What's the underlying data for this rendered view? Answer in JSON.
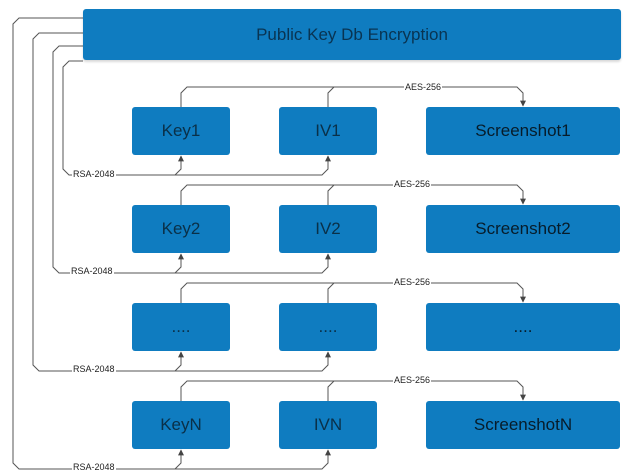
{
  "title": "Public Key Db Encryption",
  "rows": [
    {
      "key": "Key1",
      "iv": "IV1",
      "screenshot": "Screenshot1",
      "aes_label": "AES-256",
      "rsa_label": "RSA-2048"
    },
    {
      "key": "Key2",
      "iv": "IV2",
      "screenshot": "Screenshot2",
      "aes_label": "AES-256",
      "rsa_label": "RSA-2048"
    },
    {
      "key": "....",
      "iv": "....",
      "screenshot": "....",
      "aes_label": "AES-256",
      "rsa_label": "RSA-2048"
    },
    {
      "key": "KeyN",
      "iv": "IVN",
      "screenshot": "ScreenshotN",
      "aes_label": "AES-256",
      "rsa_label": "RSA-2048"
    }
  ],
  "colors": {
    "node_fill": "#0f7cc0",
    "connector": "#555555"
  }
}
